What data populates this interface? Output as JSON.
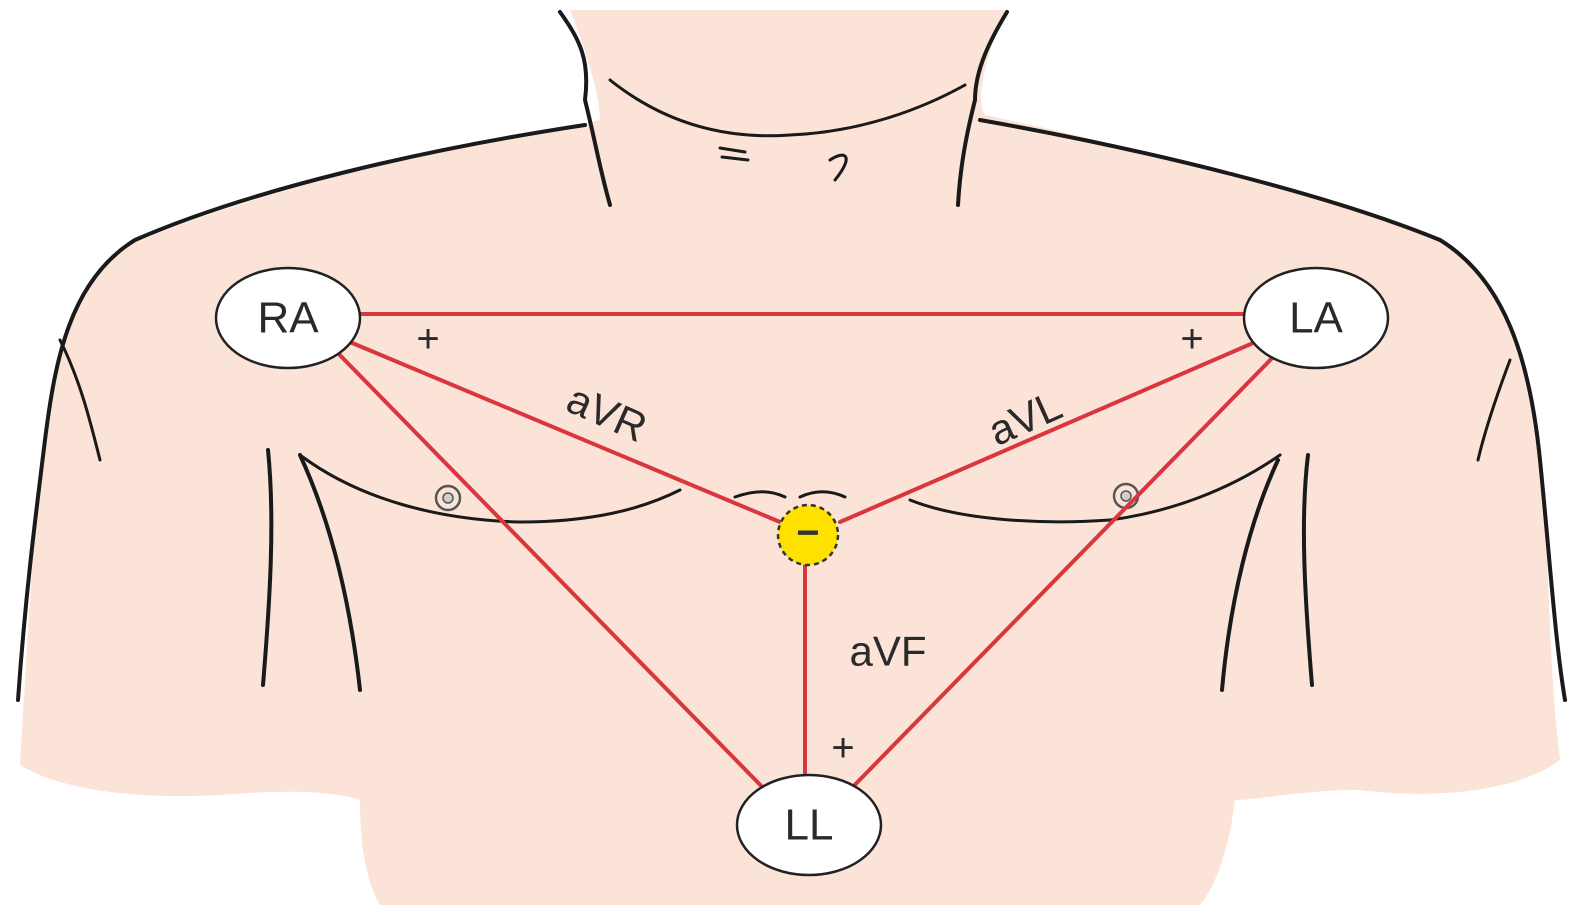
{
  "colors": {
    "skin": "#fbe3d8",
    "lead_line": "#d9363e",
    "neutral_fill": "#ffe100",
    "outline": "#1a1a1a"
  },
  "electrodes": {
    "ra": "RA",
    "la": "LA",
    "ll": "LL"
  },
  "leads": {
    "avr": "aVR",
    "avl": "aVL",
    "avf": "aVF"
  },
  "polarity": {
    "positive": "+",
    "negative": "−"
  }
}
